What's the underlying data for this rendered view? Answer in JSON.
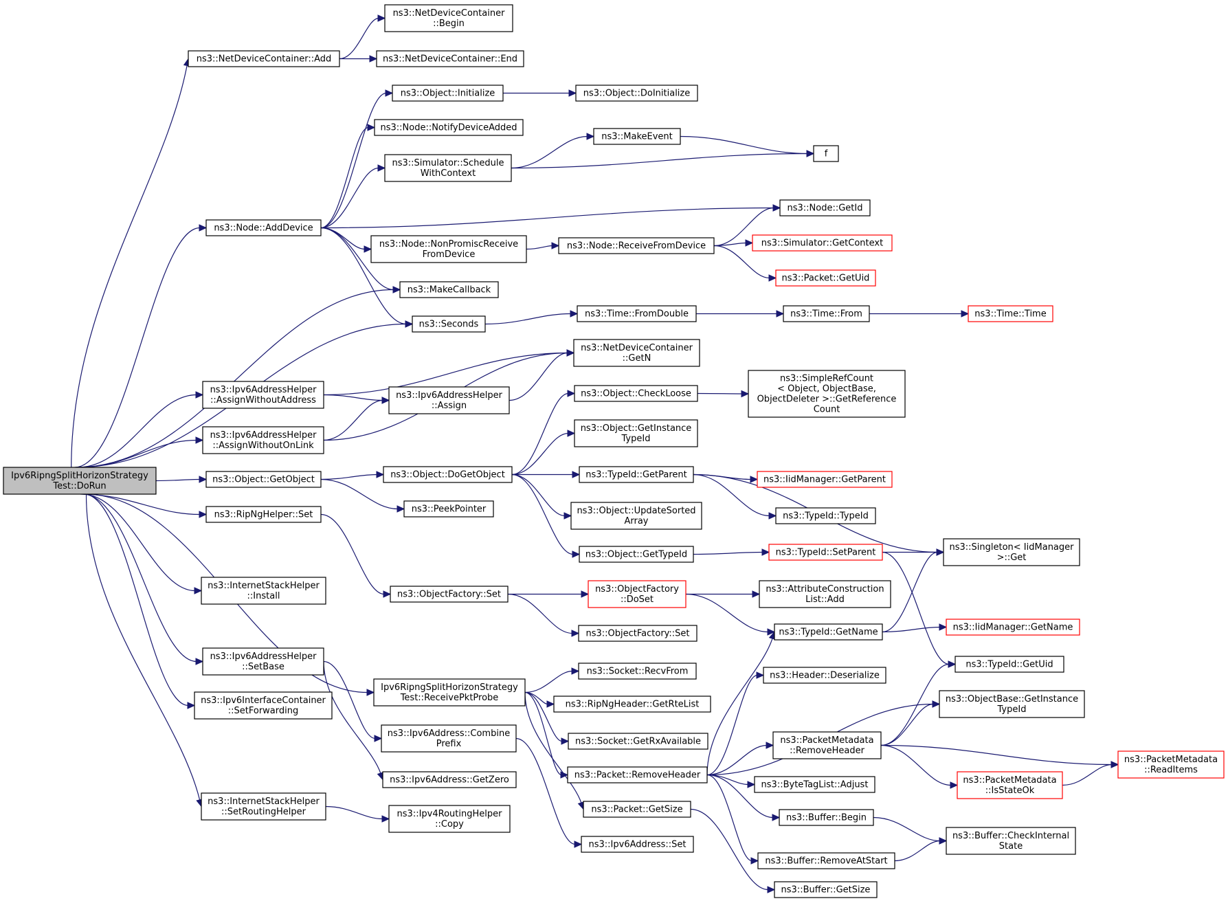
{
  "diagram": {
    "colors": {
      "edge": "#191970",
      "node_border": "#000000",
      "node_border_truncated": "#ff0000",
      "root_fill": "#bfbfbf",
      "node_fill": "#ffffff"
    },
    "nodes": [
      {
        "id": "root",
        "lines": [
          "Ipv6RipngSplitHorizonStrategy",
          "Test::DoRun"
        ],
        "root": true
      },
      {
        "id": "ndc_add",
        "lines": [
          "ns3::NetDeviceContainer::Add"
        ]
      },
      {
        "id": "ndc_begin",
        "lines": [
          "ns3::NetDeviceContainer",
          "::Begin"
        ]
      },
      {
        "id": "ndc_end",
        "lines": [
          "ns3::NetDeviceContainer::End"
        ]
      },
      {
        "id": "obj_init",
        "lines": [
          "ns3::Object::Initialize"
        ]
      },
      {
        "id": "obj_doinit",
        "lines": [
          "ns3::Object::DoInitialize"
        ]
      },
      {
        "id": "node_notify",
        "lines": [
          "ns3::Node::NotifyDeviceAdded"
        ]
      },
      {
        "id": "make_event",
        "lines": [
          "ns3::MakeEvent"
        ]
      },
      {
        "id": "f",
        "lines": [
          "f"
        ]
      },
      {
        "id": "sim_sched",
        "lines": [
          "ns3::Simulator::Schedule",
          "WithContext"
        ]
      },
      {
        "id": "node_getid",
        "lines": [
          "ns3::Node::GetId"
        ]
      },
      {
        "id": "node_adddev",
        "lines": [
          "ns3::Node::AddDevice"
        ]
      },
      {
        "id": "node_nonprom",
        "lines": [
          "ns3::Node::NonPromiscReceive",
          "FromDevice"
        ]
      },
      {
        "id": "node_recv",
        "lines": [
          "ns3::Node::ReceiveFromDevice"
        ]
      },
      {
        "id": "sim_getctx",
        "lines": [
          "ns3::Simulator::GetContext"
        ],
        "truncated": true
      },
      {
        "id": "pkt_getuid",
        "lines": [
          "ns3::Packet::GetUid"
        ],
        "truncated": true
      },
      {
        "id": "make_cb",
        "lines": [
          "ns3::MakeCallback"
        ]
      },
      {
        "id": "seconds",
        "lines": [
          "ns3::Seconds"
        ]
      },
      {
        "id": "time_fromdouble",
        "lines": [
          "ns3::Time::FromDouble"
        ]
      },
      {
        "id": "time_from",
        "lines": [
          "ns3::Time::From"
        ]
      },
      {
        "id": "time_time",
        "lines": [
          "ns3::Time::Time"
        ],
        "truncated": true
      },
      {
        "id": "ndc_getn",
        "lines": [
          "ns3::NetDeviceContainer",
          "::GetN"
        ]
      },
      {
        "id": "ipv6ah_awa",
        "lines": [
          "ns3::Ipv6AddressHelper",
          "::AssignWithoutAddress"
        ]
      },
      {
        "id": "ipv6ah_assign",
        "lines": [
          "ns3::Ipv6AddressHelper",
          "::Assign"
        ]
      },
      {
        "id": "obj_checkloose",
        "lines": [
          "ns3::Object::CheckLoose"
        ]
      },
      {
        "id": "simplerefcount",
        "lines": [
          "ns3::SimpleRefCount",
          "< Object, ObjectBase,",
          " ObjectDeleter >::GetReference",
          "Count"
        ]
      },
      {
        "id": "ipv6ah_awol",
        "lines": [
          "ns3::Ipv6AddressHelper",
          "::AssignWithoutOnLink"
        ]
      },
      {
        "id": "obj_getinst",
        "lines": [
          "ns3::Object::GetInstance",
          "TypeId"
        ]
      },
      {
        "id": "obj_getobject",
        "lines": [
          "ns3::Object::GetObject"
        ]
      },
      {
        "id": "obj_dogetobject",
        "lines": [
          "ns3::Object::DoGetObject"
        ]
      },
      {
        "id": "typeid_getparent",
        "lines": [
          "ns3::TypeId::GetParent"
        ]
      },
      {
        "id": "iid_getparent",
        "lines": [
          "ns3::IidManager::GetParent"
        ],
        "truncated": true
      },
      {
        "id": "peekpointer",
        "lines": [
          "ns3::PeekPointer"
        ]
      },
      {
        "id": "obj_updsorted",
        "lines": [
          "ns3::Object::UpdateSorted",
          "Array"
        ]
      },
      {
        "id": "typeid_typeid",
        "lines": [
          "ns3::TypeId::TypeId"
        ]
      },
      {
        "id": "ripng_set",
        "lines": [
          "ns3::RipNgHelper::Set"
        ]
      },
      {
        "id": "obj_gettypeid",
        "lines": [
          "ns3::Object::GetTypeId"
        ]
      },
      {
        "id": "typeid_setparent",
        "lines": [
          "ns3::TypeId::SetParent"
        ],
        "truncated": true
      },
      {
        "id": "singleton_get",
        "lines": [
          "ns3::Singleton< IidManager",
          " >::Get"
        ]
      },
      {
        "id": "ish_install",
        "lines": [
          "ns3::InternetStackHelper",
          "::Install"
        ]
      },
      {
        "id": "of_set",
        "lines": [
          "ns3::ObjectFactory::Set"
        ]
      },
      {
        "id": "of_doset",
        "lines": [
          "ns3::ObjectFactory",
          "::DoSet"
        ],
        "truncated": true
      },
      {
        "id": "acl_add",
        "lines": [
          "ns3::AttributeConstruction",
          "List::Add"
        ]
      },
      {
        "id": "of_set2",
        "lines": [
          "ns3::ObjectFactory::Set"
        ]
      },
      {
        "id": "typeid_getname",
        "lines": [
          "ns3::TypeId::GetName"
        ]
      },
      {
        "id": "iid_getname",
        "lines": [
          "ns3::IidManager::GetName"
        ],
        "truncated": true
      },
      {
        "id": "ipv6ah_setbase",
        "lines": [
          "ns3::Ipv6AddressHelper",
          "::SetBase"
        ]
      },
      {
        "id": "typeid_getuid",
        "lines": [
          "ns3::TypeId::GetUid"
        ]
      },
      {
        "id": "socket_recvfrom",
        "lines": [
          "ns3::Socket::RecvFrom"
        ]
      },
      {
        "id": "header_deser",
        "lines": [
          "ns3::Header::Deserialize"
        ]
      },
      {
        "id": "receive_probe",
        "lines": [
          "Ipv6RipngSplitHorizonStrategy",
          "Test::ReceivePktProbe"
        ]
      },
      {
        "id": "ipv6ic_setfwd",
        "lines": [
          "ns3::Ipv6InterfaceContainer",
          "::SetForwarding"
        ]
      },
      {
        "id": "ripng_getrte",
        "lines": [
          "ns3::RipNgHeader::GetRteList"
        ]
      },
      {
        "id": "objbase_getinst",
        "lines": [
          "ns3::ObjectBase::GetInstance",
          "TypeId"
        ]
      },
      {
        "id": "ipv6a_combine",
        "lines": [
          "ns3::Ipv6Address::Combine",
          "Prefix"
        ]
      },
      {
        "id": "socket_getrx",
        "lines": [
          "ns3::Socket::GetRxAvailable"
        ]
      },
      {
        "id": "pm_removeheader",
        "lines": [
          "ns3::PacketMetadata",
          "::RemoveHeader"
        ]
      },
      {
        "id": "pm_readitems",
        "lines": [
          "ns3::PacketMetadata",
          "::ReadItems"
        ],
        "truncated": true
      },
      {
        "id": "pkt_removeheader",
        "lines": [
          "ns3::Packet::RemoveHeader"
        ]
      },
      {
        "id": "ipv6a_getzero",
        "lines": [
          "ns3::Ipv6Address::GetZero"
        ]
      },
      {
        "id": "btl_adjust",
        "lines": [
          "ns3::ByteTagList::Adjust"
        ]
      },
      {
        "id": "pm_isstateok",
        "lines": [
          "ns3::PacketMetadata",
          "::IsStateOk"
        ],
        "truncated": true
      },
      {
        "id": "ish_setrouting",
        "lines": [
          "ns3::InternetStackHelper",
          "::SetRoutingHelper"
        ]
      },
      {
        "id": "pkt_getsize",
        "lines": [
          "ns3::Packet::GetSize"
        ]
      },
      {
        "id": "buf_begin",
        "lines": [
          "ns3::Buffer::Begin"
        ]
      },
      {
        "id": "ipv4rh_copy",
        "lines": [
          "ns3::Ipv4RoutingHelper",
          "::Copy"
        ]
      },
      {
        "id": "buf_checkinternal",
        "lines": [
          "ns3::Buffer::CheckInternal",
          "State"
        ]
      },
      {
        "id": "ipv6a_set",
        "lines": [
          "ns3::Ipv6Address::Set"
        ]
      },
      {
        "id": "buf_removeatstart",
        "lines": [
          "ns3::Buffer::RemoveAtStart"
        ]
      },
      {
        "id": "buf_getsize",
        "lines": [
          "ns3::Buffer::GetSize"
        ]
      }
    ],
    "edges": [
      [
        "root",
        "ndc_add"
      ],
      [
        "root",
        "node_adddev"
      ],
      [
        "root",
        "make_cb"
      ],
      [
        "root",
        "seconds"
      ],
      [
        "root",
        "ipv6ah_awa"
      ],
      [
        "root",
        "ipv6ah_awol"
      ],
      [
        "root",
        "obj_getobject"
      ],
      [
        "root",
        "ripng_set"
      ],
      [
        "root",
        "receive_probe"
      ],
      [
        "root",
        "ish_install"
      ],
      [
        "root",
        "ipv6ah_setbase"
      ],
      [
        "root",
        "ipv6ic_setfwd"
      ],
      [
        "root",
        "ish_setrouting"
      ],
      [
        "ndc_add",
        "ndc_begin"
      ],
      [
        "ndc_add",
        "ndc_end"
      ],
      [
        "node_adddev",
        "obj_init"
      ],
      [
        "node_adddev",
        "node_notify"
      ],
      [
        "node_adddev",
        "sim_sched"
      ],
      [
        "node_adddev",
        "node_getid"
      ],
      [
        "node_adddev",
        "node_nonprom"
      ],
      [
        "node_adddev",
        "make_cb"
      ],
      [
        "node_adddev",
        "seconds"
      ],
      [
        "obj_init",
        "obj_doinit"
      ],
      [
        "sim_sched",
        "make_event"
      ],
      [
        "sim_sched",
        "f"
      ],
      [
        "make_event",
        "f"
      ],
      [
        "node_nonprom",
        "node_recv"
      ],
      [
        "node_recv",
        "node_getid"
      ],
      [
        "node_recv",
        "sim_getctx"
      ],
      [
        "node_recv",
        "pkt_getuid"
      ],
      [
        "seconds",
        "time_fromdouble"
      ],
      [
        "time_fromdouble",
        "time_from"
      ],
      [
        "time_from",
        "time_time"
      ],
      [
        "ipv6ah_awa",
        "ndc_getn"
      ],
      [
        "ipv6ah_awa",
        "ipv6ah_assign"
      ],
      [
        "ipv6ah_awol",
        "ipv6ah_assign"
      ],
      [
        "ipv6ah_awol",
        "ndc_getn"
      ],
      [
        "ipv6ah_assign",
        "ndc_getn"
      ],
      [
        "obj_getobject",
        "obj_dogetobject"
      ],
      [
        "obj_getobject",
        "peekpointer"
      ],
      [
        "obj_dogetobject",
        "obj_checkloose"
      ],
      [
        "obj_dogetobject",
        "obj_getinst"
      ],
      [
        "obj_dogetobject",
        "typeid_getparent"
      ],
      [
        "obj_dogetobject",
        "obj_updsorted"
      ],
      [
        "obj_dogetobject",
        "obj_gettypeid"
      ],
      [
        "obj_checkloose",
        "simplerefcount"
      ],
      [
        "typeid_getparent",
        "iid_getparent"
      ],
      [
        "typeid_getparent",
        "typeid_typeid"
      ],
      [
        "typeid_getparent",
        "singleton_get"
      ],
      [
        "obj_gettypeid",
        "typeid_setparent"
      ],
      [
        "typeid_setparent",
        "singleton_get"
      ],
      [
        "typeid_setparent",
        "typeid_getuid"
      ],
      [
        "ripng_set",
        "of_set"
      ],
      [
        "of_set",
        "of_doset"
      ],
      [
        "of_set",
        "of_set2"
      ],
      [
        "of_doset",
        "acl_add"
      ],
      [
        "of_doset",
        "typeid_getname"
      ],
      [
        "typeid_getname",
        "singleton_get"
      ],
      [
        "typeid_getname",
        "iid_getname"
      ],
      [
        "ipv6ah_setbase",
        "ipv6a_combine"
      ],
      [
        "ipv6ah_setbase",
        "ipv6a_getzero"
      ],
      [
        "ipv6a_combine",
        "ipv6a_set"
      ],
      [
        "receive_probe",
        "socket_recvfrom"
      ],
      [
        "receive_probe",
        "ripng_getrte"
      ],
      [
        "receive_probe",
        "socket_getrx"
      ],
      [
        "receive_probe",
        "pkt_removeheader"
      ],
      [
        "receive_probe",
        "pkt_getsize"
      ],
      [
        "pkt_removeheader",
        "typeid_getname"
      ],
      [
        "pkt_removeheader",
        "header_deser"
      ],
      [
        "pkt_removeheader",
        "objbase_getinst"
      ],
      [
        "pkt_removeheader",
        "pm_removeheader"
      ],
      [
        "pkt_removeheader",
        "btl_adjust"
      ],
      [
        "pkt_removeheader",
        "buf_begin"
      ],
      [
        "pkt_removeheader",
        "buf_removeatstart"
      ],
      [
        "pm_removeheader",
        "typeid_getuid"
      ],
      [
        "pm_removeheader",
        "objbase_getinst"
      ],
      [
        "pm_removeheader",
        "pm_readitems"
      ],
      [
        "pm_removeheader",
        "pm_isstateok"
      ],
      [
        "pm_isstateok",
        "pm_readitems"
      ],
      [
        "pkt_getsize",
        "buf_getsize"
      ],
      [
        "buf_begin",
        "buf_checkinternal"
      ],
      [
        "buf_removeatstart",
        "buf_checkinternal"
      ],
      [
        "ish_setrouting",
        "ipv4rh_copy"
      ]
    ]
  }
}
